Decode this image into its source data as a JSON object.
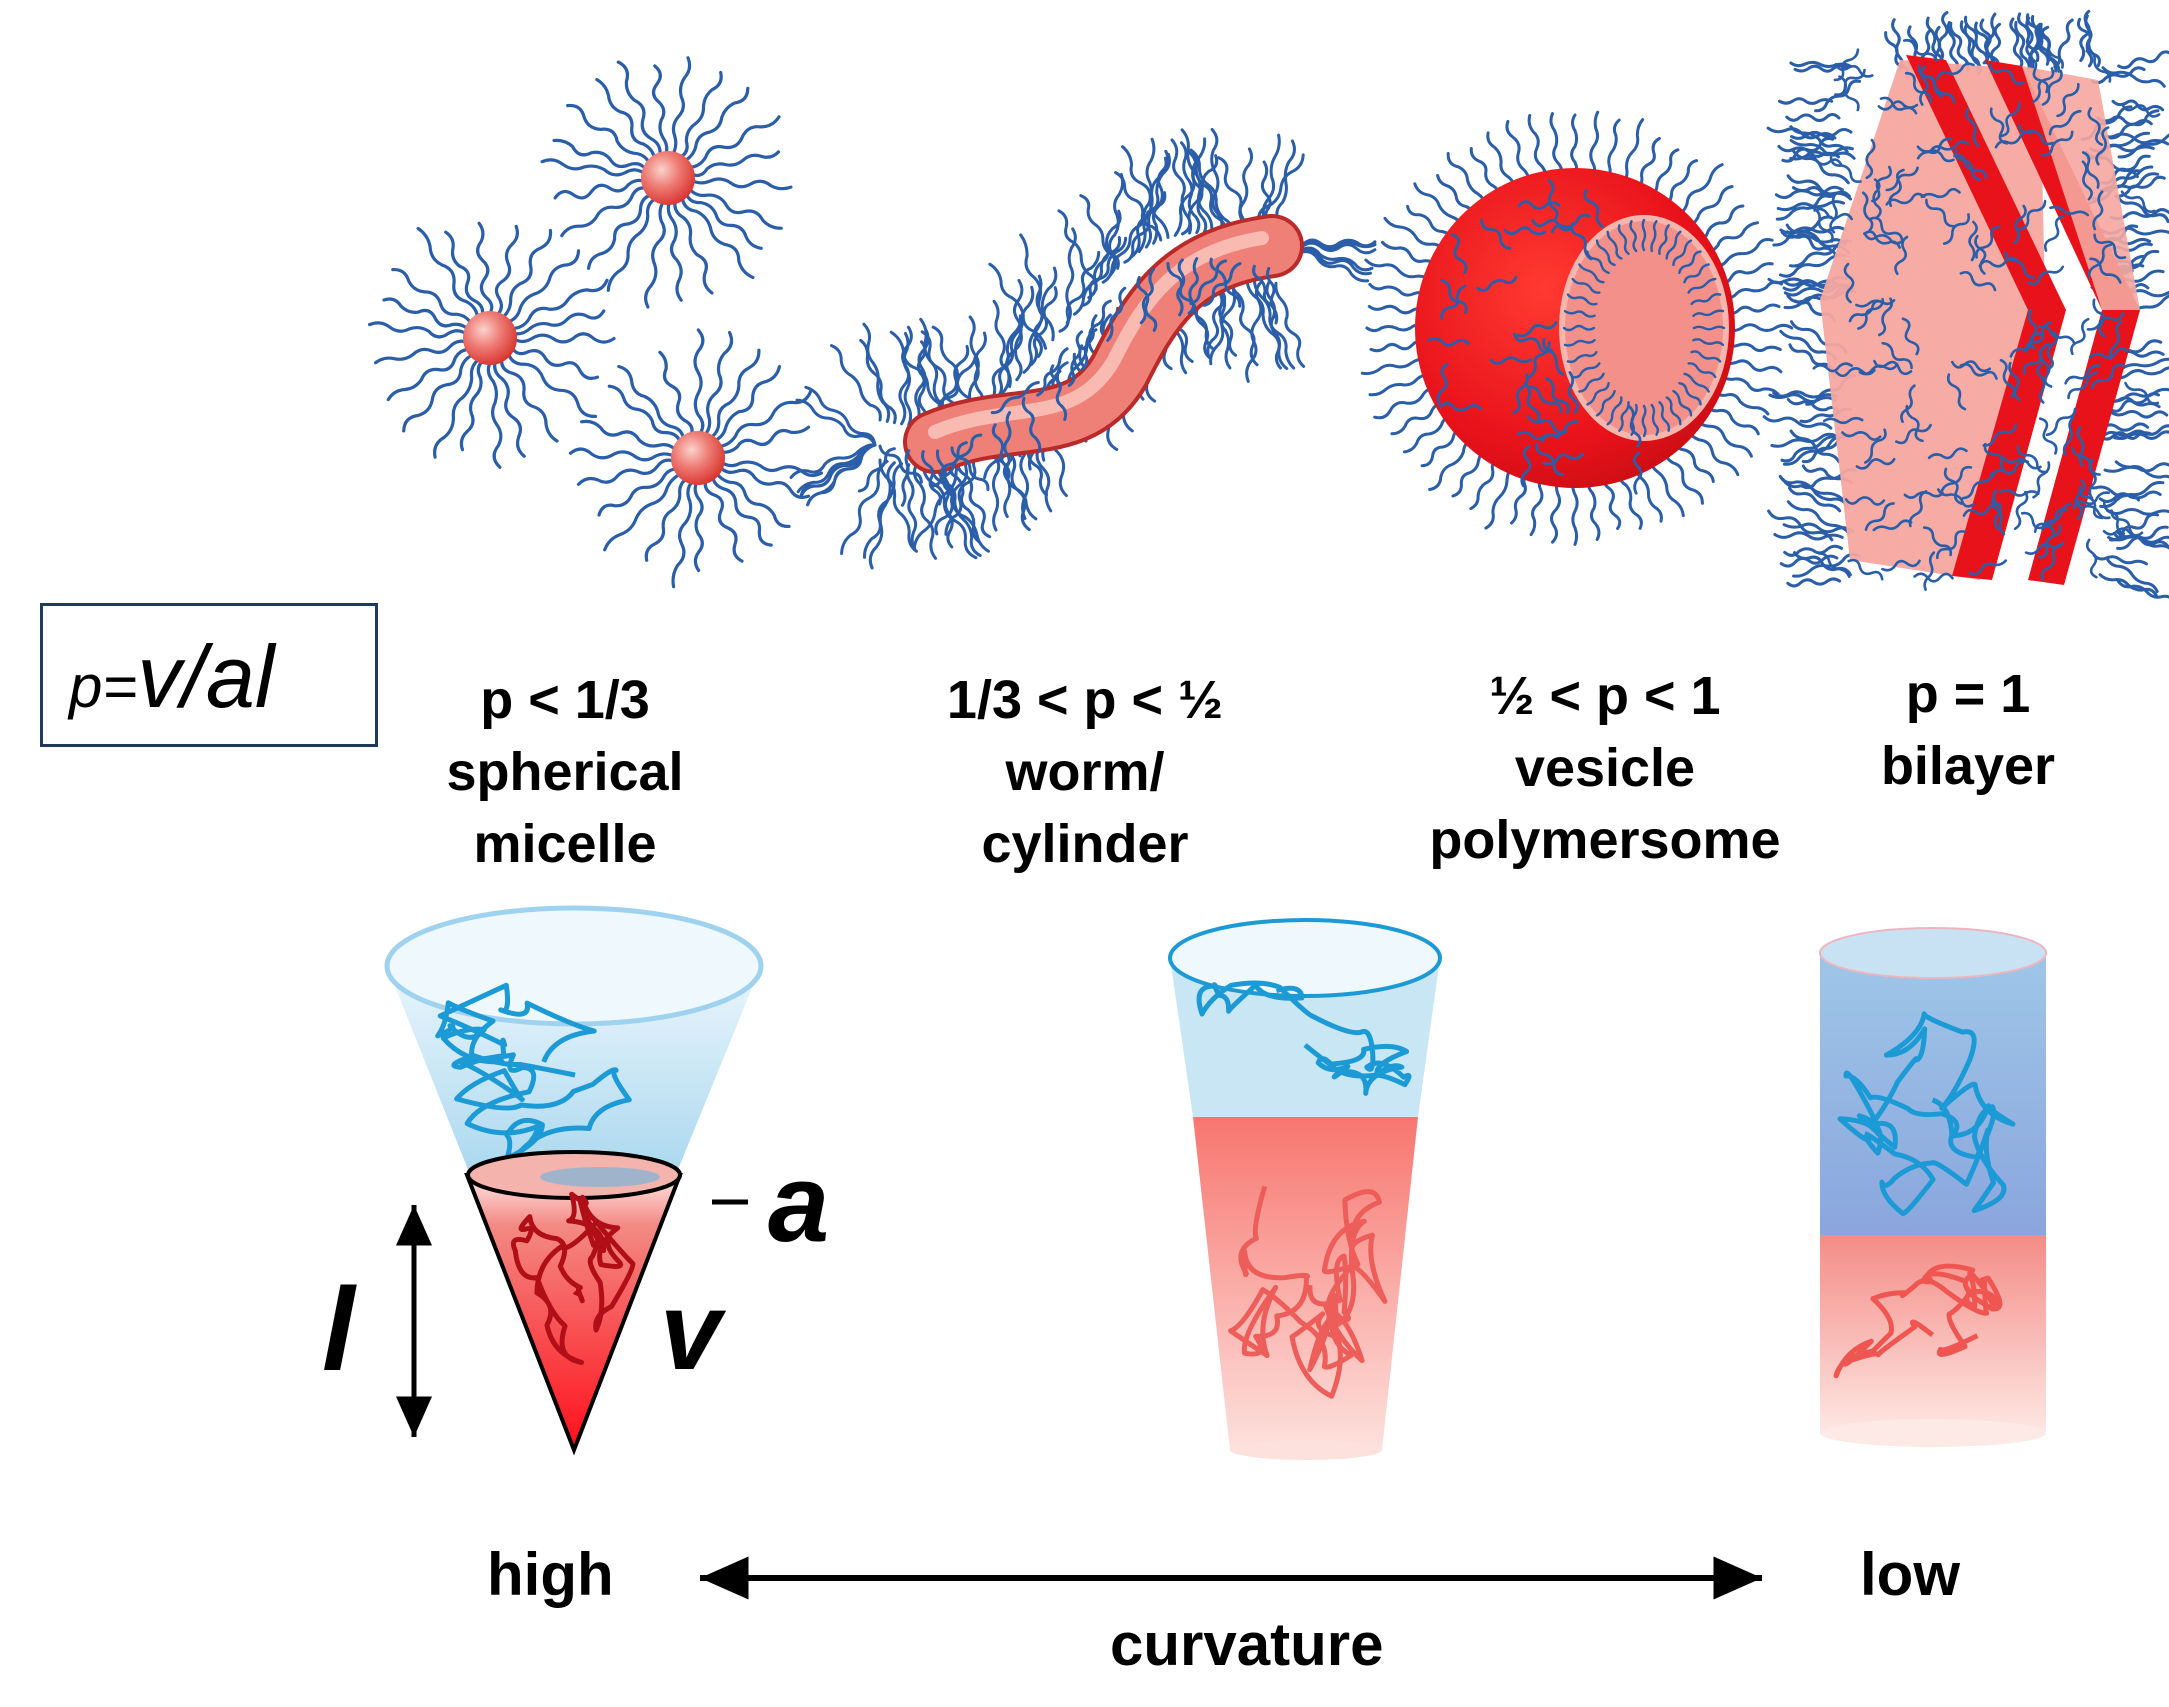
{
  "formula": {
    "p": "p=",
    "v": "v/al"
  },
  "structures": [
    {
      "condition": "p < 1/3",
      "name_lines": [
        "spherical",
        "micelle"
      ]
    },
    {
      "condition": "1/3 < p < ½",
      "name_lines": [
        "worm/",
        "cylinder"
      ]
    },
    {
      "condition": "½ < p < 1",
      "name_lines": [
        "vesicle",
        "polymersome"
      ]
    },
    {
      "condition": "p = 1",
      "name_lines": [
        "bilayer"
      ]
    }
  ],
  "cone_labels": {
    "a": "a",
    "l": "l",
    "v": "v"
  },
  "curvature_axis": {
    "high": "high",
    "low": "low",
    "label": "curvature"
  },
  "colors": {
    "core_red": "#e8121a",
    "core_light": "#f0857f",
    "chain_blue": "#2a5ea8",
    "shell_blue": "#a9d8ef",
    "chain_cyan": "#1c9ad6",
    "box_border": "#1f3a5f"
  }
}
